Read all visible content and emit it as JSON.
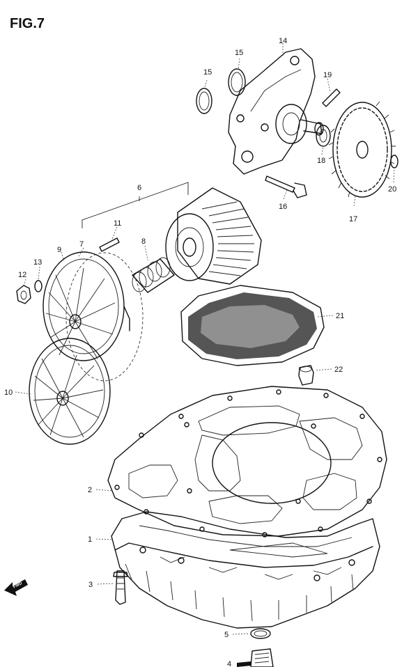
{
  "figure": {
    "title": "FIG.7",
    "fwd_text": "FWD"
  },
  "parts": {
    "p1": "1",
    "p2": "2",
    "p3": "3",
    "p4": "4",
    "p5": "5",
    "p6": "6",
    "p7": "7",
    "p8": "8",
    "p9": "9",
    "p10": "10",
    "p11": "11",
    "p12": "12",
    "p13": "13",
    "p14": "14",
    "p15a": "15",
    "p15b": "15",
    "p16": "16",
    "p17": "17",
    "p18": "18",
    "p19": "19",
    "p20": "20",
    "p21": "21",
    "p22": "22"
  }
}
